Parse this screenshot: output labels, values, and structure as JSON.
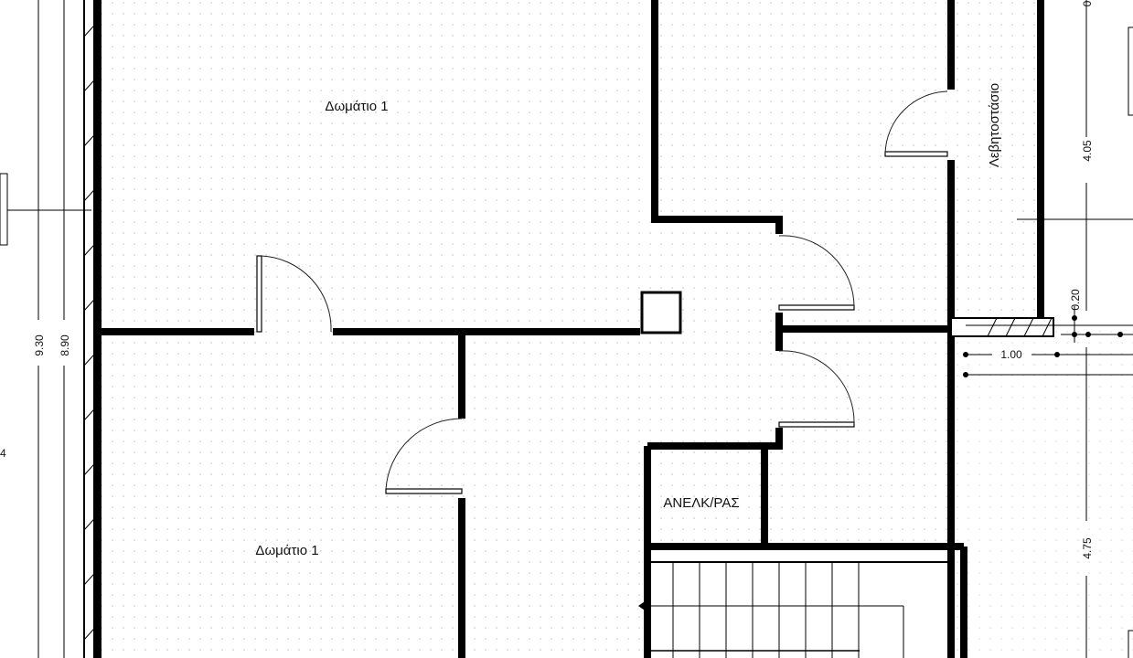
{
  "rooms": {
    "room_top": "Δωμάτιο 1",
    "room_bottom": "Δωμάτιο 1",
    "boiler_room": "Λεβητοστάσιο",
    "elevator": "ΑΝΕΛΚ/ΡΑΣ"
  },
  "dimensions": {
    "left_outer": "9.30",
    "left_inner": "8.90",
    "left_marker": "4",
    "right_upper": "4.05",
    "right_lower": "4.75",
    "small_vertical": "0.20",
    "horizontal": "1.00",
    "top_right_cut": "0"
  }
}
